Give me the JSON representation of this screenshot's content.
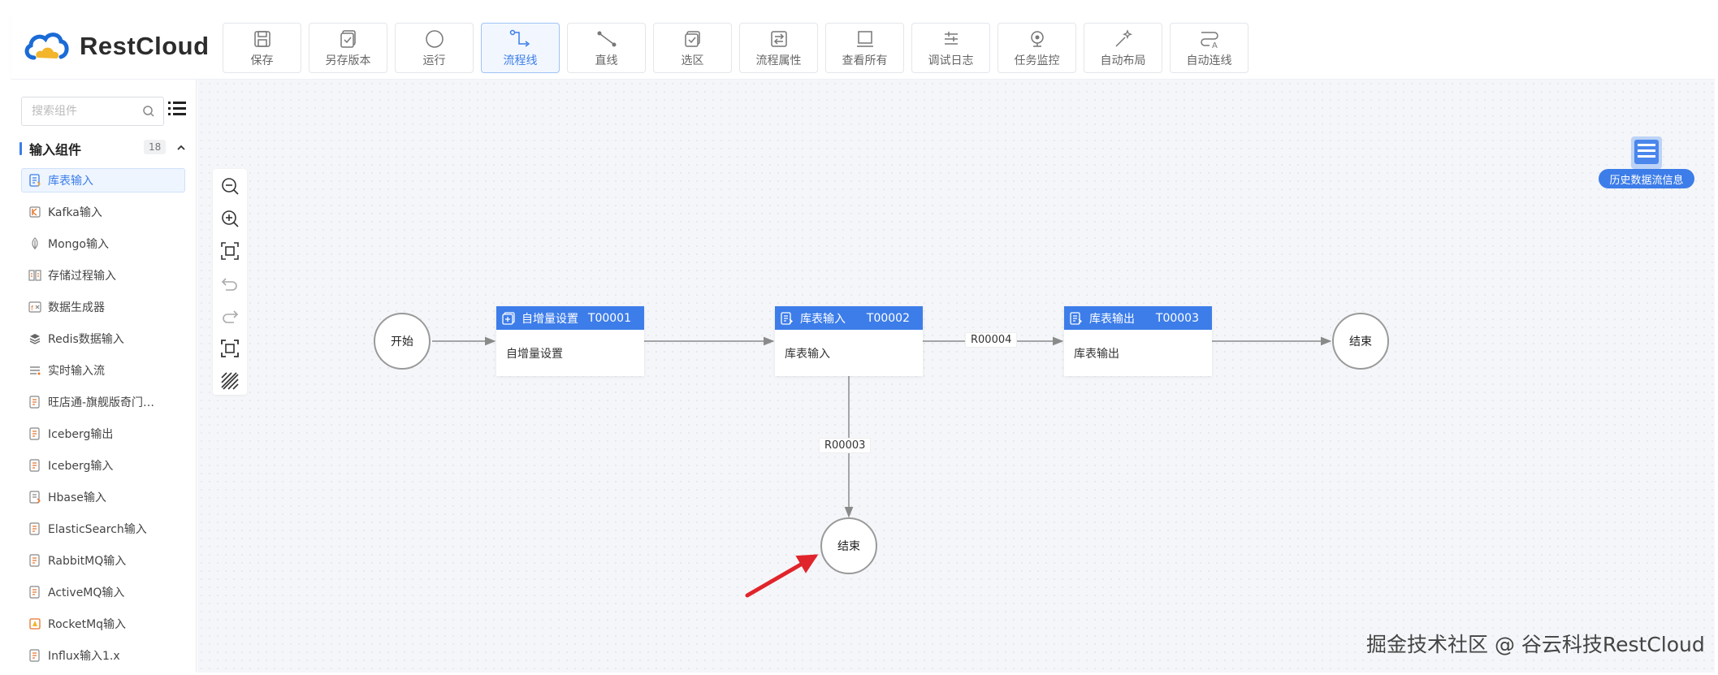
{
  "brand": {
    "name": "RestCloud"
  },
  "toolbar": [
    {
      "label": "保存",
      "icon": "save-icon"
    },
    {
      "label": "另存版本",
      "icon": "save-version-icon"
    },
    {
      "label": "运行",
      "icon": "run-icon"
    },
    {
      "label": "流程线",
      "icon": "flowline-icon",
      "active": true
    },
    {
      "label": "直线",
      "icon": "straight-line-icon"
    },
    {
      "label": "选区",
      "icon": "selection-icon"
    },
    {
      "label": "流程属性",
      "icon": "flow-properties-icon"
    },
    {
      "label": "查看所有",
      "icon": "view-all-icon"
    },
    {
      "label": "调试日志",
      "icon": "debug-log-icon"
    },
    {
      "label": "任务监控",
      "icon": "task-monitor-icon"
    },
    {
      "label": "自动布局",
      "icon": "auto-layout-icon"
    },
    {
      "label": "自动连线",
      "icon": "auto-connect-icon"
    }
  ],
  "sidebar": {
    "search_placeholder": "搜索组件",
    "group": {
      "title": "输入组件",
      "count": "18"
    },
    "items": [
      {
        "label": "库表输入",
        "selected": true
      },
      {
        "label": "Kafka输入"
      },
      {
        "label": "Mongo输入"
      },
      {
        "label": "存储过程输入"
      },
      {
        "label": "数据生成器"
      },
      {
        "label": "Redis数据输入"
      },
      {
        "label": "实时输入流"
      },
      {
        "label": "旺店通-旗舰版奇门…"
      },
      {
        "label": "Iceberg输出"
      },
      {
        "label": "Iceberg输入"
      },
      {
        "label": "Hbase输入"
      },
      {
        "label": "ElasticSearch输入"
      },
      {
        "label": "RabbitMQ输入"
      },
      {
        "label": "ActiveMQ输入"
      },
      {
        "label": "RocketMq输入"
      },
      {
        "label": "Influx输入1.x"
      }
    ]
  },
  "flow": {
    "start": {
      "label": "开始"
    },
    "end_right": {
      "label": "结束"
    },
    "end_bottom": {
      "label": "结束"
    },
    "tasks": [
      {
        "name": "自增量设置",
        "id": "T00001",
        "body": "自增量设置"
      },
      {
        "name": "库表输入",
        "id": "T00002",
        "body": "库表输入"
      },
      {
        "name": "库表输出",
        "id": "T00003",
        "body": "库表输出"
      }
    ],
    "edge_labels": {
      "r4": "R00004",
      "r3": "R00003"
    }
  },
  "history": {
    "label": "历史数据流信息"
  },
  "watermark": "掘金技术社区 @ 谷云科技RestCloud",
  "colors": {
    "accent": "#3d7de9",
    "arrow": "#e0242b"
  }
}
